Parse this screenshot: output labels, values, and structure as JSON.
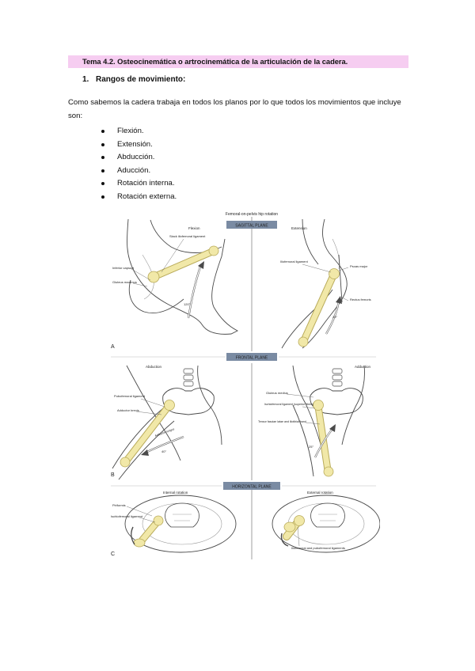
{
  "header": {
    "title": "Tema 4.2. Osteocinemática o artrocinemática de la articulación de la cadera."
  },
  "section": {
    "number": "1.",
    "heading": "Rangos de movimiento:"
  },
  "intro": "Como sabemos la cadera trabaja en todos los planos por lo que todos los movimientos que incluye son:",
  "movements": [
    "Flexión.",
    "Extensión.",
    "Abducción.",
    "Aducción.",
    "Rotación interna.",
    "Rotación externa."
  ],
  "figure": {
    "title": "Femoral-on-pelvis hip rotation",
    "planes": [
      "SAGITTAL PLANE",
      "FRONTAL PLANE",
      "HORIZONTAL PLANE"
    ],
    "panel_letters": [
      "A",
      "B",
      "C"
    ],
    "motions": {
      "flexion": "Flexion",
      "extension": "Extension",
      "abduction_left": "Abduction",
      "abduction_right": "Adduction",
      "internal_rotation": "Internal rotation",
      "external_rotation": "External rotation"
    },
    "labels": {
      "slack_iliofemoral": "Slack iliofemoral ligament",
      "inferior_capsule": "Inferior capsule",
      "gluteus_maximus": "Gluteus maximus",
      "iliofemoral_ligament": "Iliofemoral ligament",
      "psoas_major": "Psoas major",
      "rectus_femoris": "Rectus femoris",
      "pubofemoral_ligament": "Pubofemoral ligament",
      "adductor_brevis": "Adductor brevis",
      "adductor_longus": "Adductor longus",
      "gluteus_medius": "Gluteus medius",
      "ischiofemoral_superior": "Ischiofemoral ligament (superior fibers)",
      "tensor_fasciae": "Tensor fasciae latae and iliotibial band",
      "piriformis": "Piriformis",
      "ischiofemoral_ligament": "Ischiofemoral ligament",
      "ilio_pubo_ligaments": "Iliofemoral and pubofemoral ligaments"
    },
    "angles": {
      "flexion_deg": "120°",
      "abduction_deg": "40°",
      "adduction_deg": "25°",
      "extension_deg": "20°"
    },
    "colors": {
      "bone": "#f1e8a8",
      "bone_stroke": "#b9ab5a",
      "plane_box": "#7a8ba3",
      "outline": "#4a4a4a"
    }
  }
}
